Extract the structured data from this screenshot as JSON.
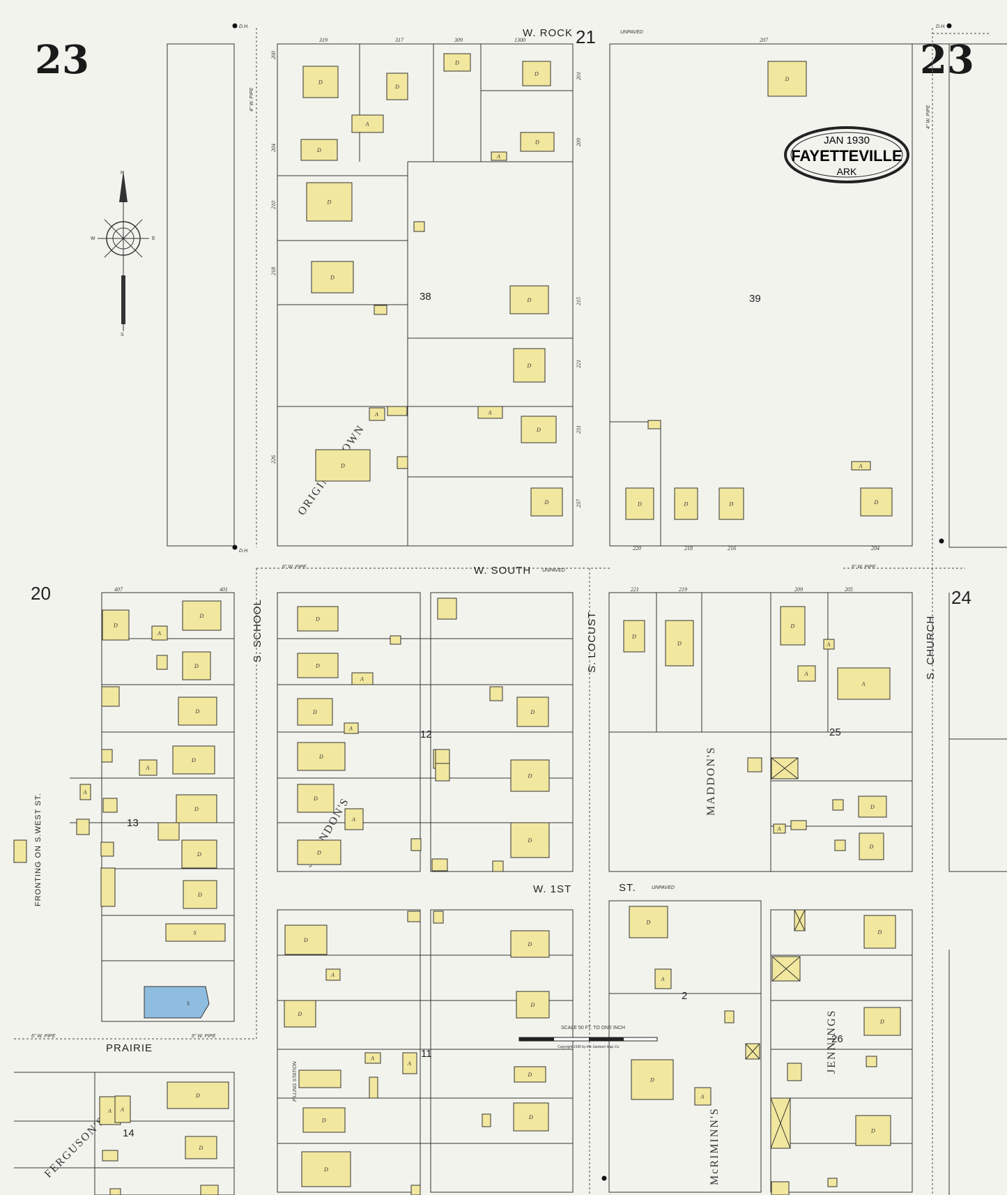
{
  "map": {
    "sheet_number": "23",
    "cartouche": {
      "date": "JAN 1930",
      "city": "FAYETTEVILLE",
      "state": "ARK"
    },
    "adjacent_sheets": [
      "21",
      "20",
      "24"
    ],
    "streets": {
      "w_rock": "W. ROCK",
      "w_south": "W. SOUTH",
      "w_first": "W. 1ST",
      "st": "ST.",
      "prairie": "PRAIRIE",
      "s_school": "S. SCHOOL",
      "s_locust": "S. LOCUST",
      "s_church": "S. CHURCH",
      "fronting": "FRONTING ON S.WEST ST.",
      "unpaved": "UNPAVED",
      "pipe_4": "4\" W. PIPE",
      "pipe_6": "6\" W. PIPE",
      "dh": "D.H."
    },
    "blocks": [
      "38",
      "39",
      "13",
      "12",
      "25",
      "11",
      "2",
      "26",
      "14"
    ],
    "additions": {
      "original_town": "ORIGINAL TOWN",
      "ferguson": "FERGUSON'S",
      "hendon": "S.HENDON'S",
      "maddon": "MADDON'S",
      "mcriminns": "McRIMINN'S",
      "jennings": "JENNINGS"
    },
    "scale_text": "SCALE 50 FT. TO ONE INCH",
    "copyright": "Copyright 1930 by the Sanborn Map Co.",
    "building_labels": {
      "dwelling": "D",
      "auto": "A",
      "store": "S",
      "filling": "FILLING STATION"
    },
    "addresses_top": [
      "319",
      "317",
      "309",
      "1300",
      "207"
    ],
    "addresses_mid": [
      "407",
      "401",
      "221",
      "219",
      "209",
      "205"
    ],
    "addresses_side": [
      "200",
      "204",
      "210",
      "218",
      "226",
      "201",
      "209",
      "215",
      "221",
      "231",
      "237",
      "220",
      "218",
      "216",
      "204"
    ]
  }
}
